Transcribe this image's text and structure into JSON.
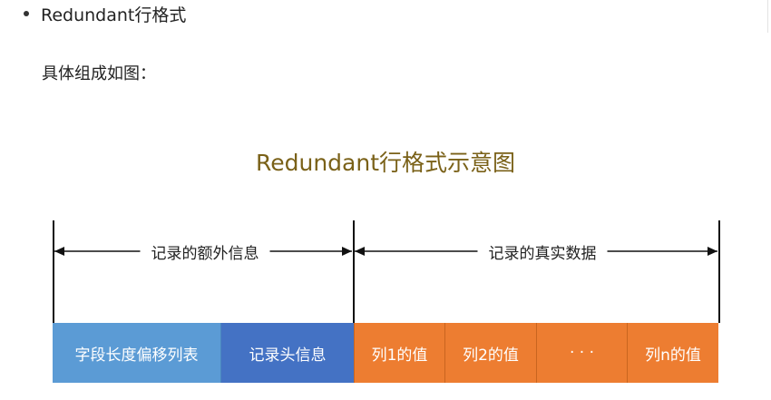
{
  "doc": {
    "bullet": "Redundant行格式",
    "paragraph": "具体组成如图："
  },
  "diagram": {
    "title": "Redundant行格式示意图",
    "extra_info_label": "记录的额外信息",
    "real_data_label": "记录的真实数据",
    "cells": [
      {
        "label": "字段长度偏移列表",
        "color": "#5b9bd5"
      },
      {
        "label": "记录头信息",
        "color": "#4472c4"
      },
      {
        "label": "列1的值",
        "color": "#ed7d31"
      },
      {
        "label": "列2的值",
        "color": "#ed7d31"
      },
      {
        "label": "· · ·",
        "color": "#ed7d31"
      },
      {
        "label": "列n的值",
        "color": "#ed7d31"
      }
    ],
    "title_color": "#7a6118",
    "line_color": "#111111"
  }
}
